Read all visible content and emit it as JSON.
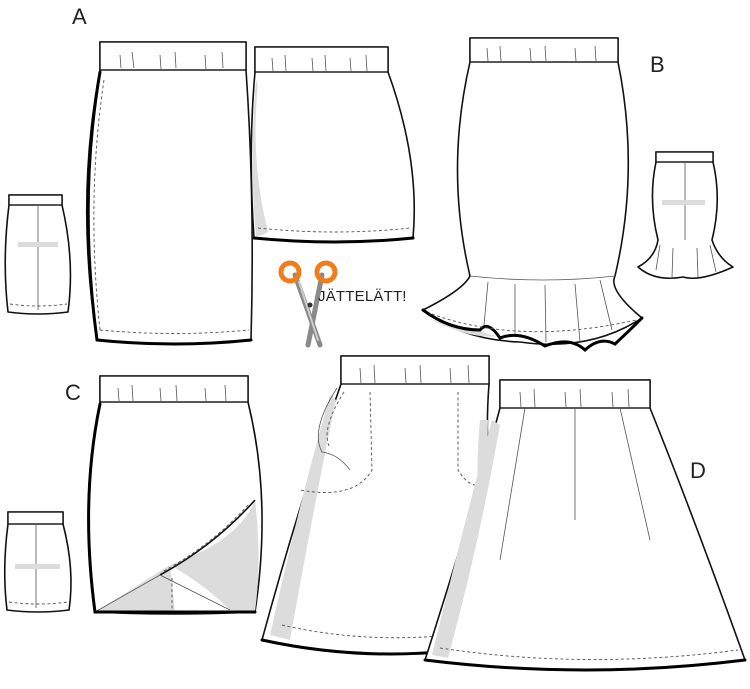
{
  "labels": {
    "a": "A",
    "b": "B",
    "c": "C",
    "d": "D"
  },
  "badge": {
    "text": "JÄTTELÄTT!",
    "icon": "scissors-icon",
    "accent_color": "#f07d1a"
  },
  "colors": {
    "outline": "#111111",
    "shadow": "#dcdcdc",
    "fabric": "#ffffff"
  }
}
